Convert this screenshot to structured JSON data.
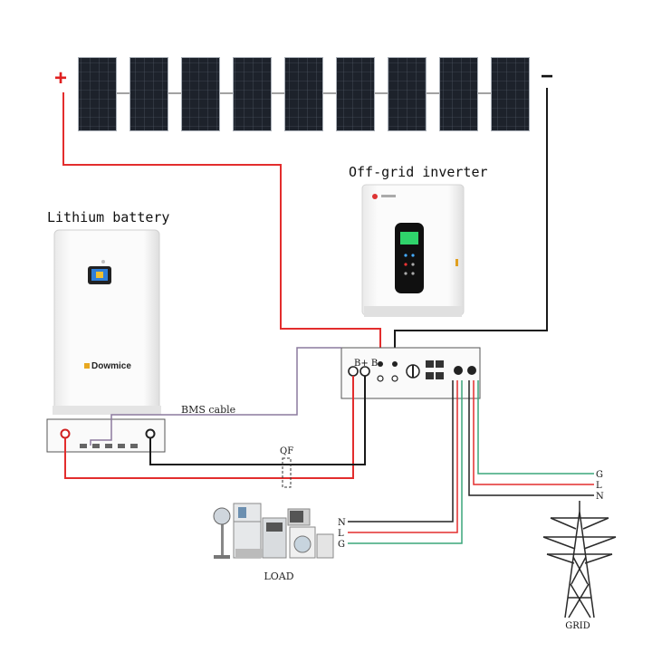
{
  "labels": {
    "inverter_title": "Off-grid inverter",
    "battery_title": "Lithium battery",
    "bms_cable": "BMS cable",
    "breaker": "QF",
    "load": "LOAD",
    "grid": "GRID",
    "battery_brand": "Dowmice",
    "pv_positive": "+",
    "pv_negative": "−",
    "load_N": "N",
    "load_L": "L",
    "load_G": "G",
    "grid_G": "G",
    "grid_L": "L",
    "grid_N": "N"
  },
  "solar_panel_count": 9,
  "colors": {
    "positive_wire": "#e32d2d",
    "negative_wire": "#1a1a1a",
    "bms_wire": "#8c7a9e",
    "ground_wire": "#3aa57a",
    "panel": "#1b1f26",
    "plus_sign": "#e02020"
  }
}
